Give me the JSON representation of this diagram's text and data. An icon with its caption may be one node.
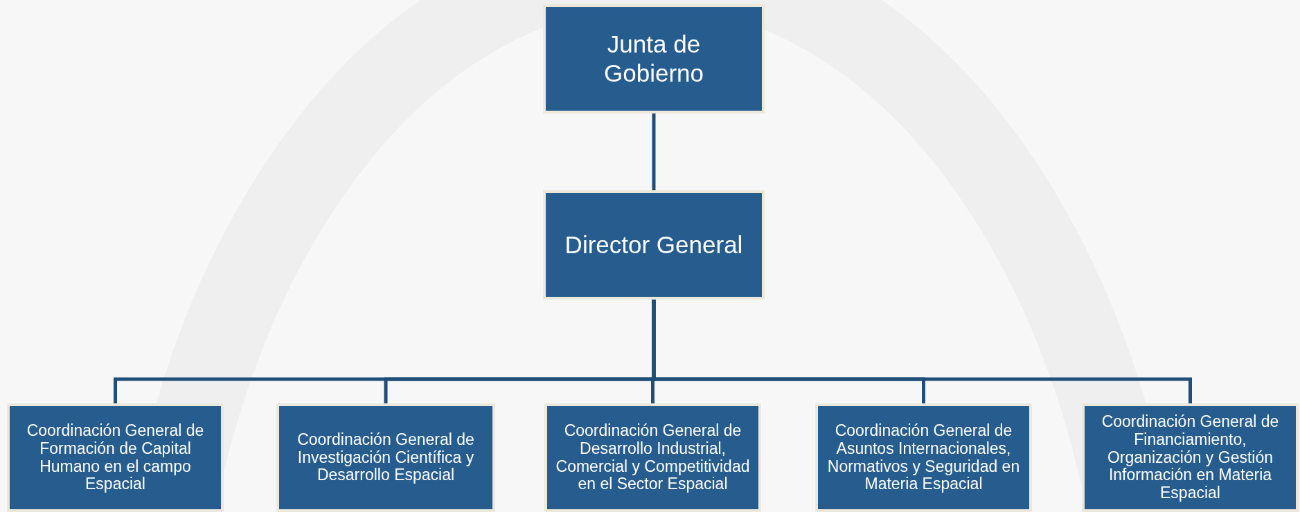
{
  "diagram": {
    "nodes": [
      {
        "text": [
          "Junta de Gobierno"
        ]
      },
      {
        "text": [
          "Director General"
        ]
      },
      {
        "text": [
          "Coordinación General de Formación de Capital Humano en el campo Espacial"
        ]
      },
      {
        "text": [
          "Coordinación General de Investigación Científica y Desarrollo Espacial"
        ]
      },
      {
        "text": [
          "Coordinación General de Desarrollo Industrial, Comercial y Competitividad en el Sector Espacial"
        ]
      },
      {
        "text": [
          "Coordinación General de Asuntos Internacionales, Normativos y Seguridad en Materia Espacial"
        ]
      },
      {
        "text": [
          "Coordinación General de Financiamiento, Organización y Gestión Información en Materia Espacial"
        ]
      }
    ],
    "edges": [
      {
        "from": 0,
        "to": 1,
        "arrow": "none"
      },
      {
        "from": 1,
        "to": 2,
        "arrow": "none"
      },
      {
        "from": 1,
        "to": 3,
        "arrow": "none"
      },
      {
        "from": 1,
        "to": 4,
        "arrow": "none"
      },
      {
        "from": 1,
        "to": 5,
        "arrow": "none"
      },
      {
        "from": 1,
        "to": 6,
        "arrow": "none"
      }
    ]
  }
}
